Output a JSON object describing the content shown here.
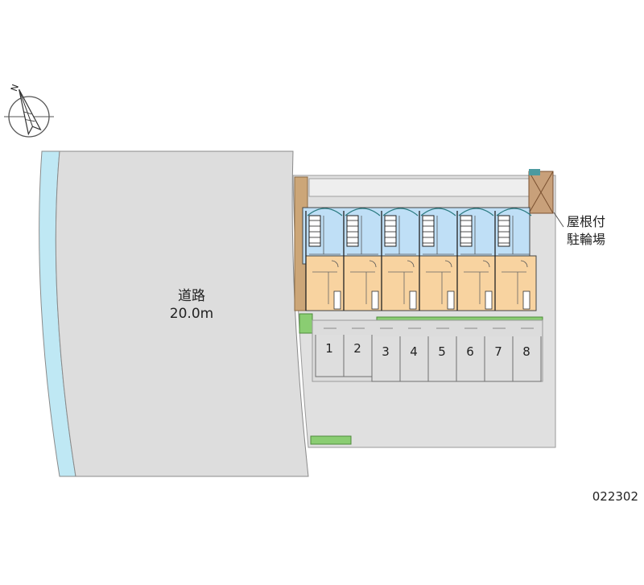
{
  "road": {
    "label": "道路",
    "width_label": "20.0m"
  },
  "compass": {
    "north_label": "N"
  },
  "bicycle_parking": {
    "line1": "屋根付",
    "line2": "駐輪場"
  },
  "parking_spaces": [
    "1",
    "2",
    "3",
    "4",
    "5",
    "6",
    "7",
    "8"
  ],
  "property_code": "022302",
  "colors": {
    "road": "#dddddd",
    "ground": "#e0e0e0",
    "river": "#bfe8f4",
    "upper_floor_units": "#bfdff6",
    "lower_floor_units": "#f8d3a0",
    "planting": "#8acd72",
    "bike_shelter": "#c8a07a"
  }
}
